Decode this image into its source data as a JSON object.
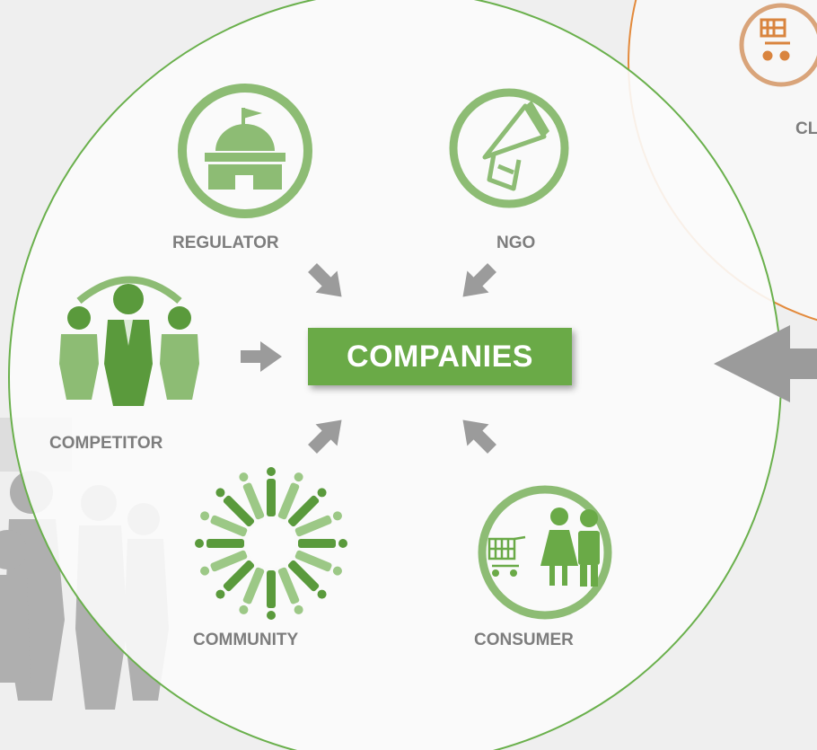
{
  "center": {
    "label": "COMPANIES"
  },
  "stakeholders": {
    "regulator": "REGULATOR",
    "ngo": "NGO",
    "competitor": "COMPETITOR",
    "community": "COMMUNITY",
    "consumer": "CONSUMER"
  },
  "secondary_circle": {
    "label_partial": "CL"
  },
  "colors": {
    "icon_green": "#8dbc74",
    "dark_green": "#5a9a3c",
    "companies_bg": "#6aaa47",
    "arrow_gray": "#9b9b9b",
    "orange_accent": "#d9843e",
    "label_gray": "#7d7d7d"
  }
}
